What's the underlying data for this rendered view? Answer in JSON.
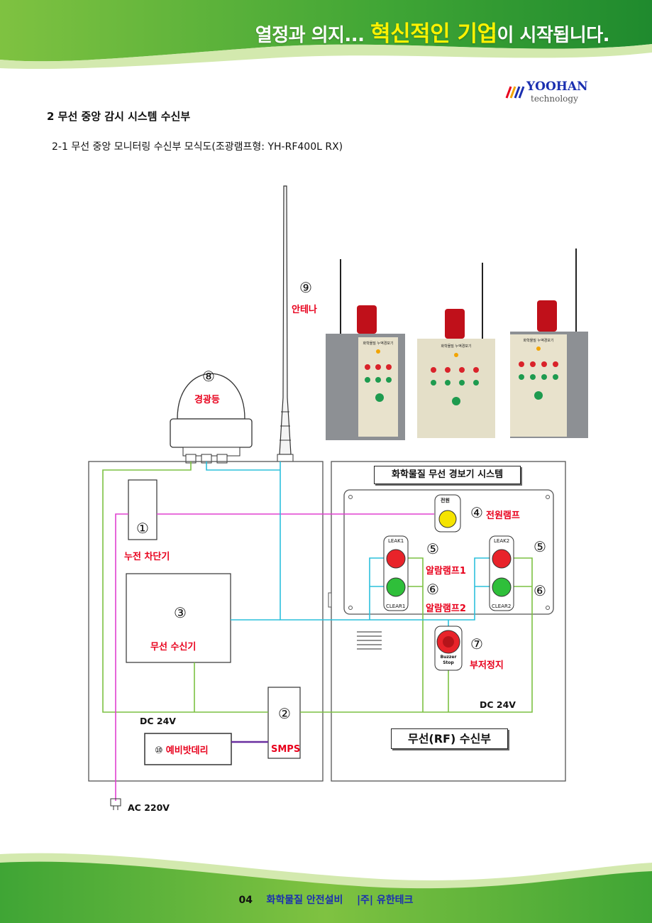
{
  "header": {
    "slogan_part1": "열정과 의지... ",
    "slogan_highlight": "혁신적인 기업",
    "slogan_part2": "이 시작됩니다.",
    "logo_main": "YOOHAN",
    "logo_sub": "technology"
  },
  "section": {
    "title": "2 무선 중앙 감시 시스템 수신부",
    "subtitle": "2-1 무선 중앙 모니터링 수신부 모식도(조광램프형: YH-RF400L RX)"
  },
  "photo": {
    "device_plate_a": "화학물질 누액경보기",
    "device_plate_b": "화학물질 누액경보기",
    "device_plate_c": "화학물질 누액경보기"
  },
  "diagram": {
    "antenna": {
      "num": "⑨",
      "label": "안테나"
    },
    "beacon": {
      "num": "⑧",
      "label": "경광등"
    },
    "breaker": {
      "num": "①",
      "label": "누전 차단기"
    },
    "receiver": {
      "num": "③",
      "label": "무선 수신기"
    },
    "smps": {
      "num": "②",
      "label": "SMPS"
    },
    "battery": {
      "num": "⑩",
      "label": "예비밧데리"
    },
    "dc_left": "DC 24V",
    "dc_right": "DC 24V",
    "ac": "AC 220V",
    "panel_title": "화학물질 무선 경보기 시스템",
    "power_lamp": {
      "cap": "전원",
      "num": "④",
      "label": "전원램프"
    },
    "leak1": {
      "cap": "LEAK1",
      "num": "⑤",
      "label": "알람램프1"
    },
    "clear1": {
      "cap": "CLEAR1",
      "num": "⑥",
      "label": "알람램프2"
    },
    "leak2": {
      "cap": "LEAK2",
      "num": "⑤"
    },
    "clear2": {
      "cap": "CLEAR2",
      "num": "⑥"
    },
    "buzzer": {
      "cap": "Buzzer Stop",
      "num": "⑦",
      "label": "부저정지"
    },
    "rf_title": "무선(RF) 수신부"
  },
  "footer": {
    "page": "04",
    "text1": "화학물질 안전설비",
    "text2": "|주| 유한테크"
  },
  "colors": {
    "green_wire": "#7cc142",
    "magenta_wire": "#e040d0",
    "cyan_wire": "#2cc0dc",
    "purple_wire": "#6a2ea0",
    "label_red": "#e8001c",
    "footer_blue": "#1a2fb0"
  }
}
